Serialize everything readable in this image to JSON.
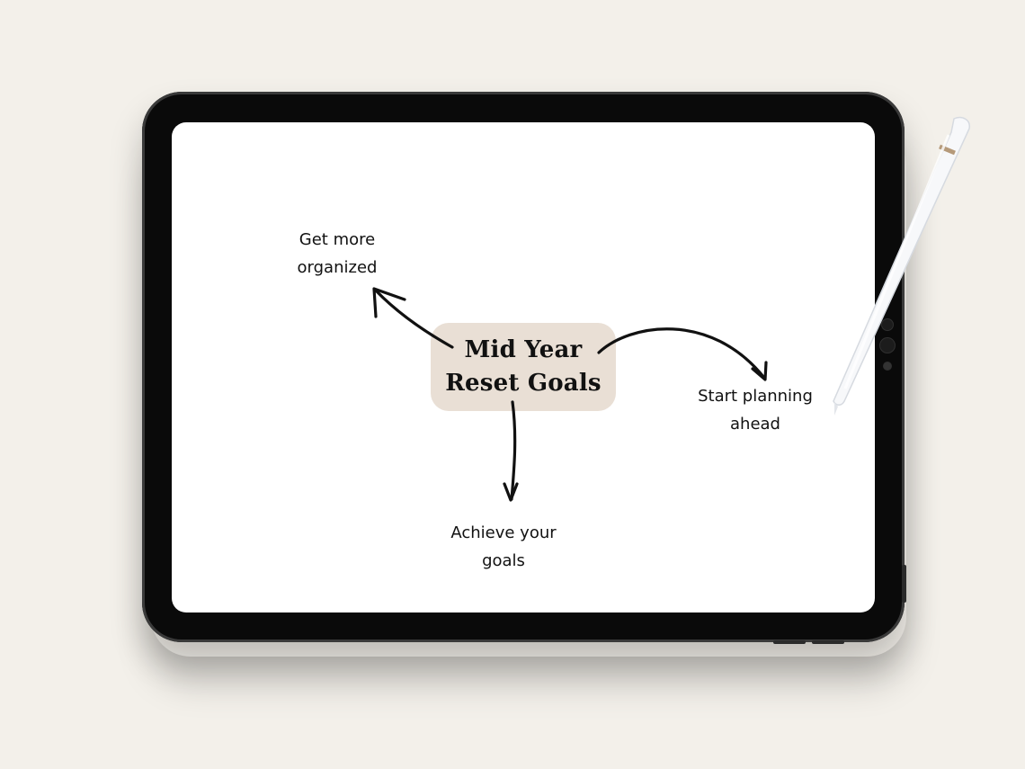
{
  "background_color": "#f3f0ea",
  "accent_color": "#e9dfd5",
  "mindmap": {
    "center": {
      "line1": "Mid Year",
      "line2": "Reset Goals"
    },
    "nodes": {
      "organized": {
        "line1": "Get more",
        "line2": "organized"
      },
      "planning": {
        "line1": "Start planning",
        "line2": "ahead"
      },
      "goals": {
        "line1": "Achieve your",
        "line2": "goals"
      }
    },
    "icons": {
      "pen": "stylus-pen-icon",
      "camera": "camera-icon"
    }
  }
}
